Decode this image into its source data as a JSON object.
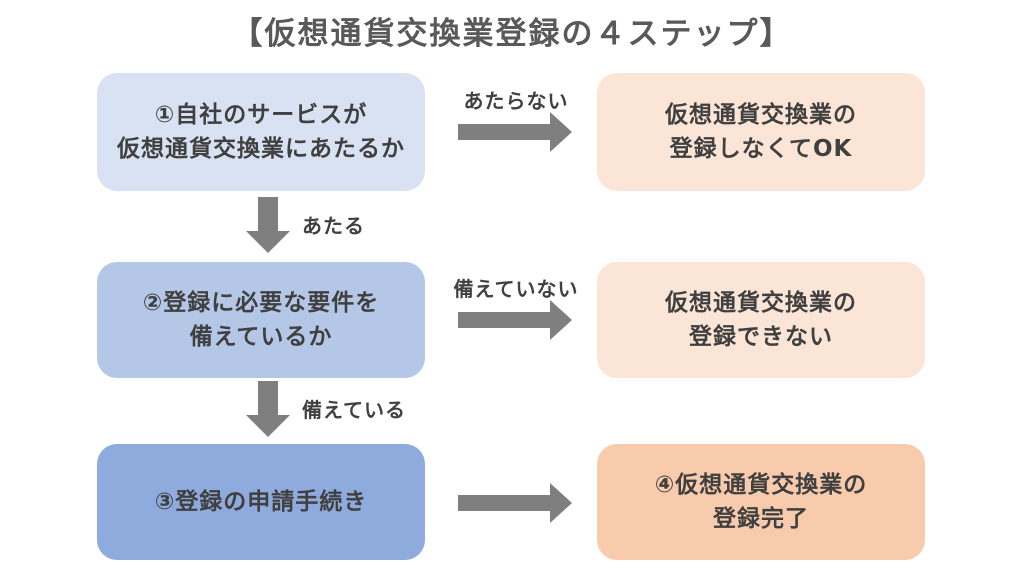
{
  "title": "【仮想通貨交換業登録の４ステップ】",
  "colors": {
    "step1_box": "#d9e2f3",
    "step2_box": "#b4c7e7",
    "step3_box": "#8faadc",
    "result_box_light": "#fbe5d6",
    "result_box_dark": "#f8cbad",
    "arrow": "#7f7f7f",
    "title_text": "#595959",
    "box_text": "#404040"
  },
  "flow": {
    "steps": [
      {
        "box_lines": [
          "①自社のサービスが",
          "仮想通貨交換業にあたるか"
        ],
        "branch_no_label": "あたらない",
        "branch_no_result": [
          "仮想通貨交換業の",
          "登録しなくてOK"
        ],
        "branch_yes_label": "あたる"
      },
      {
        "box_lines": [
          "②登録に必要な要件を",
          "備えているか"
        ],
        "branch_no_label": "備えていない",
        "branch_no_result": [
          "仮想通貨交換業の",
          "登録できない"
        ],
        "branch_yes_label": "備えている"
      },
      {
        "box_lines": [
          "③登録の申請手続き"
        ],
        "result_lines": [
          "④仮想通貨交換業の",
          "登録完了"
        ]
      }
    ]
  }
}
